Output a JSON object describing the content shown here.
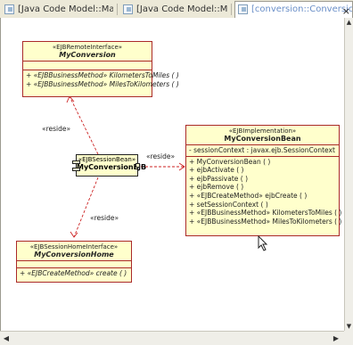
{
  "tabs": [
    {
      "label": "[Java Code Model::Main]",
      "active": false
    },
    {
      "label": "[Java Code Model::Main]",
      "active": false
    },
    {
      "label": "[conversion::Conversion",
      "active": true
    }
  ],
  "tab_close": "×",
  "diagram": {
    "remote_interface": {
      "stereotype": "«EJBRemoteInterface»",
      "name": "MyConversion",
      "operations": [
        "+ «EJBBusinessMethod» KilometersToMiles ( )",
        "+ «EJBBusinessMethod» MilesToKilometers ( )"
      ]
    },
    "session_bean": {
      "stereotype": "«EJBSessionBean»",
      "name": "MyConversionEJB"
    },
    "implementation": {
      "stereotype": "«EJBImplementation»",
      "name": "MyConversionBean",
      "attributes": [
        "- sessionContext : javax.ejb.SessionContext"
      ],
      "operations": [
        "+ MyConversionBean ( )",
        "+ ejbActivate ( )",
        "+ ejbPassivate ( )",
        "+ ejbRemove ( )",
        "+ «EJBCreateMethod» ejbCreate ( )",
        "+ setSessionContext ( )",
        "+ «EJBBusinessMethod» KilometersToMiles ( )",
        "+ «EJBBusinessMethod» MilesToKilometers ( )"
      ]
    },
    "home_interface": {
      "stereotype": "«EJBSessionHomeInterface»",
      "name": "MyConversionHome",
      "operations": [
        "+ «EJBCreateMethod» create ( )"
      ]
    },
    "labels": {
      "reside_remote": "«reside»",
      "reside_impl": "«reside»",
      "reside_home": "«reside»"
    }
  },
  "colors": {
    "class_fill": "#ffffcc",
    "class_border": "#aa2a2a",
    "link": "#cc2222"
  }
}
